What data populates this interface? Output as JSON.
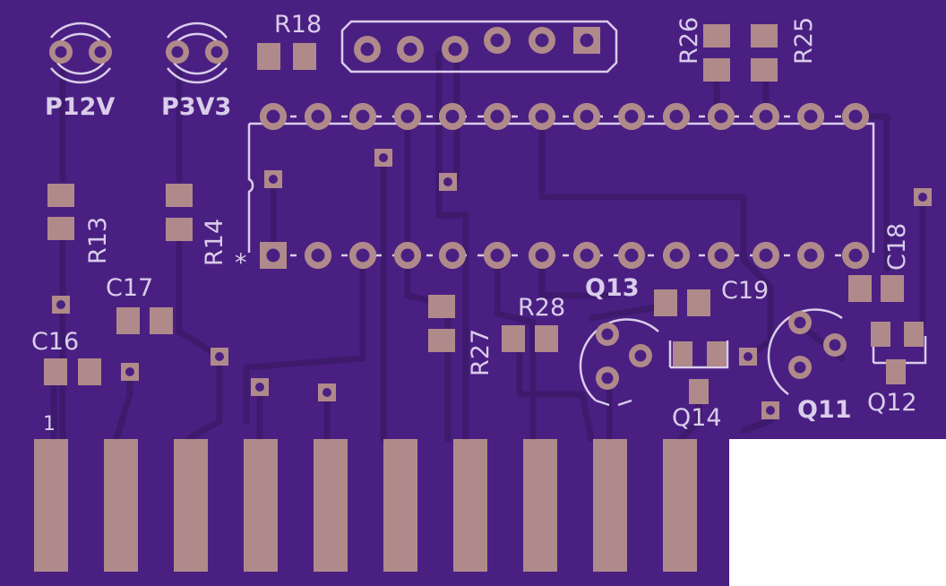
{
  "colors": {
    "background": "#ffffff",
    "board": "#4a1f82",
    "trace": "#3d1a6c",
    "pad": "#b08a8a",
    "hole": "#4a1f82",
    "silkscreen": "#d9cdea"
  },
  "labels": {
    "p12v": "P12V",
    "p3v3": "P3V3",
    "r18": "R18",
    "r26": "R26",
    "r25": "R25",
    "r13": "R13",
    "r14": "R14",
    "c17": "C17",
    "c16": "C16",
    "r27": "R27",
    "r28": "R28",
    "q13": "Q13",
    "c19": "C19",
    "c18": "C18",
    "q14": "Q14",
    "q11": "Q11",
    "q12": "Q12",
    "pin1": "1",
    "ic_pin1_marker": "*"
  }
}
